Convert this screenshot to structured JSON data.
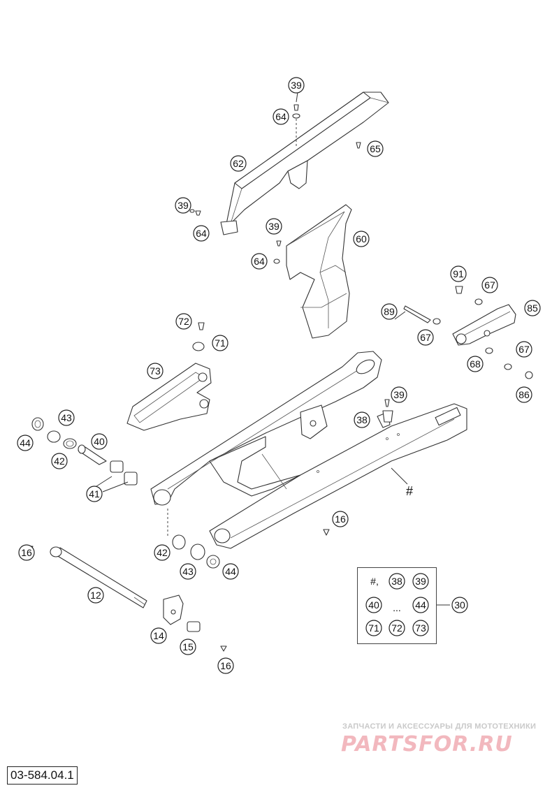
{
  "document": {
    "code": "03-584.04.1"
  },
  "watermark": {
    "subtitle": "ЗАПЧАСТИ И АКСЕССУАРЫ ДЛЯ МОТОТЕХНИКИ",
    "logo": "PARTSFOR.RU",
    "color": "#f2b8be"
  },
  "callouts": [
    "39",
    "64",
    "65",
    "62",
    "39",
    "64",
    "39",
    "64",
    "60",
    "91",
    "67",
    "89",
    "85",
    "67",
    "72",
    "71",
    "73",
    "68",
    "67",
    "86",
    "39",
    "38",
    "43",
    "44",
    "40",
    "42",
    "41",
    "#",
    "16",
    "16",
    "42",
    "43",
    "44",
    "12",
    "14",
    "15",
    "16",
    "30"
  ],
  "kit": {
    "row1": [
      "#,",
      "38",
      "39"
    ],
    "row2": [
      "40",
      "...",
      "44"
    ],
    "row3": [
      "71",
      "72",
      "73"
    ]
  }
}
